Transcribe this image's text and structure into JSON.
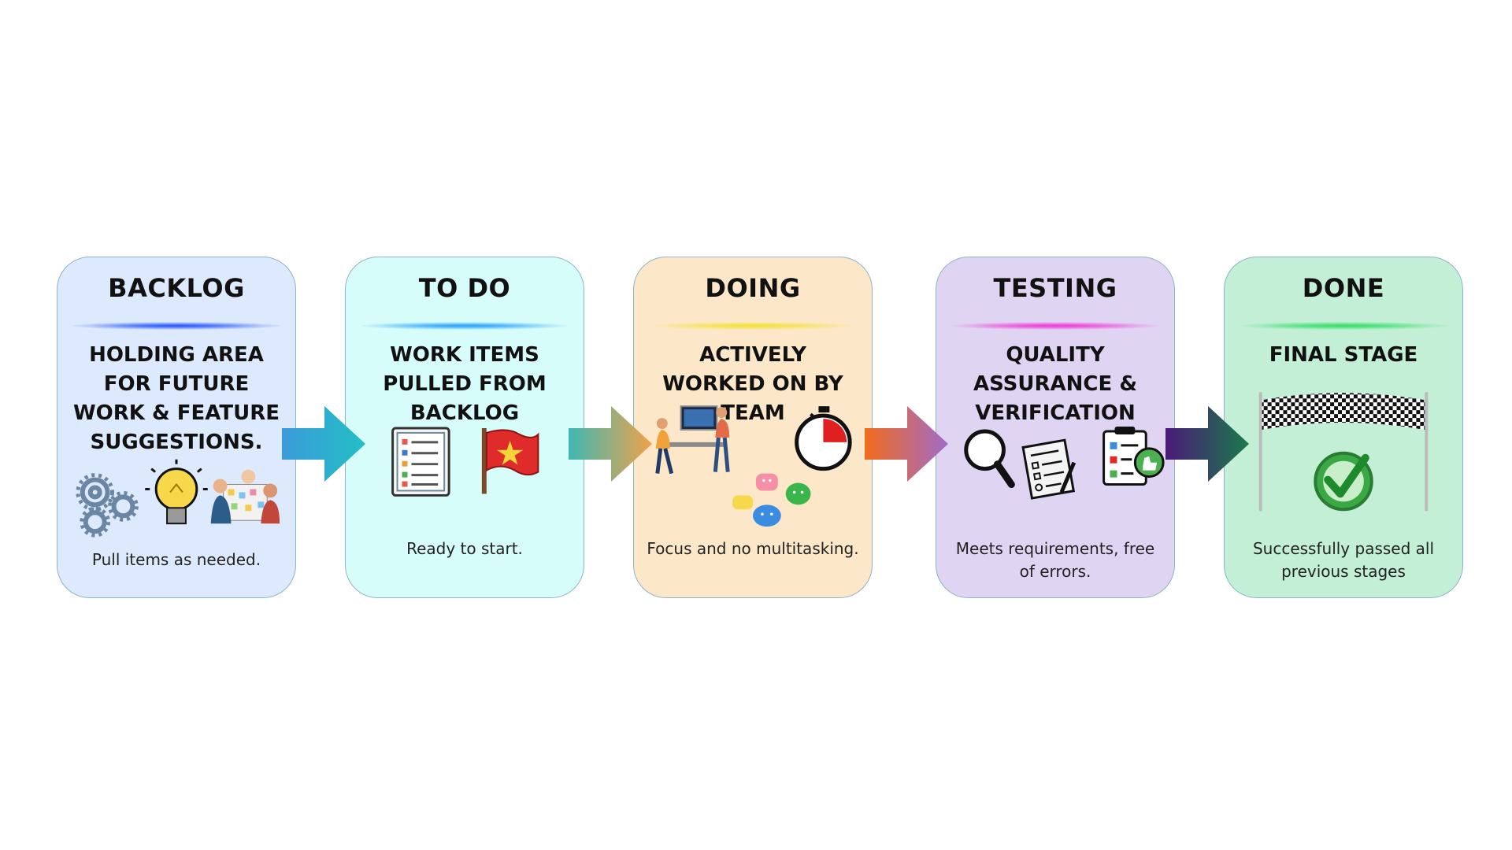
{
  "stages": [
    {
      "title": "BACKLOG",
      "subtitle": "HOLDING AREA FOR FUTURE WORK & FEATURE SUGGESTIONS.",
      "note": "Pull items as needed.",
      "icons": [
        "gears-icon",
        "lightbulb-icon",
        "team-board-icon"
      ],
      "bg": "#ddeafd",
      "glow": "#2e5cff"
    },
    {
      "title": "TO DO",
      "subtitle": "WORK ITEMS PULLED FROM BACKLOG",
      "note": "Ready to start.",
      "icons": [
        "checklist-icon",
        "flag-icon"
      ],
      "bg": "#d7fdfa",
      "glow": "#2ea6ff"
    },
    {
      "title": "DOING",
      "subtitle": "ACTIVELY WORKED ON BY TEAM",
      "note": "Focus and no multitasking.",
      "icons": [
        "team-working-icon",
        "stopwatch-icon",
        "chat-bubbles-icon"
      ],
      "bg": "#fde7c9",
      "glow": "#f2e33a"
    },
    {
      "title": "TESTING",
      "subtitle": "QUALITY ASSURANCE & VERIFICATION",
      "note": "Meets requirements, free of errors.",
      "icons": [
        "magnifier-icon",
        "document-pen-icon",
        "clipboard-approve-icon"
      ],
      "bg": "#e0d4f3",
      "glow": "#f03ed8"
    },
    {
      "title": "DONE",
      "subtitle": "FINAL STAGE",
      "note": "Successfully passed all previous stages",
      "icons": [
        "finish-line-icon",
        "check-circle-icon"
      ],
      "bg": "#c2efd5",
      "glow": "#37e06c"
    }
  ],
  "arrows": [
    {
      "from": "#3b9bd9",
      "to": "#22bfc6"
    },
    {
      "from": "#3fb8b3",
      "to": "#f0a24a"
    },
    {
      "from": "#f26b1d",
      "to": "#a06bc9"
    },
    {
      "from": "#4a1a78",
      "to": "#1a7a4c"
    }
  ]
}
